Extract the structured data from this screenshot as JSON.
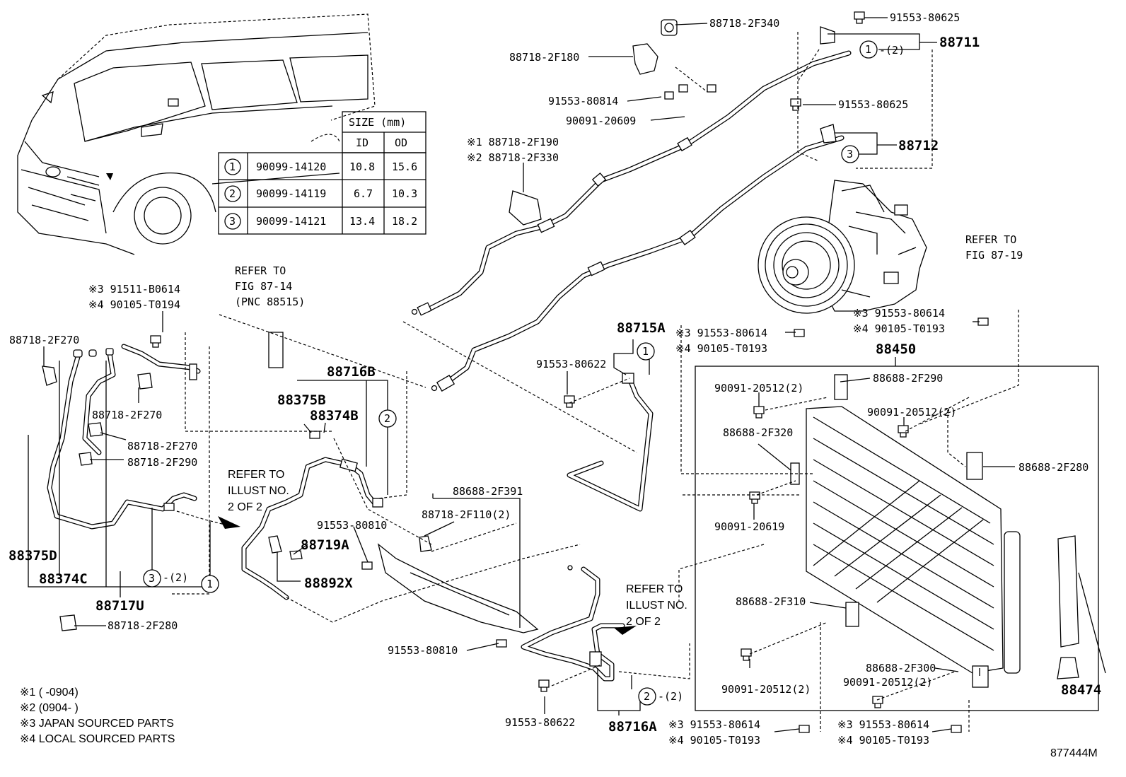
{
  "size_table": {
    "header": "SIZE (mm)",
    "col_id": "ID",
    "col_od": "OD",
    "rows": [
      {
        "mark": "1",
        "part": "90099-14120",
        "id": "10.8",
        "od": "15.6"
      },
      {
        "mark": "2",
        "part": "90099-14119",
        "id": "6.7",
        "od": "10.3"
      },
      {
        "mark": "3",
        "part": "90099-14121",
        "id": "13.4",
        "od": "18.2"
      }
    ]
  },
  "labels": {
    "l88718_2F340": "88718-2F340",
    "l91553_80625_a": "91553-80625",
    "l88711": "88711",
    "l88718_2F180": "88718-2F180",
    "mark12_88711": "-(2)",
    "l91553_80814": "91553-80814",
    "l90091_20609": "90091-20609",
    "l91553_80625_b": "91553-80625",
    "l88712": "88712",
    "l88718_2F190": "※1 88718-2F190",
    "l88718_2F330": "※2 88718-2F330",
    "refer_87_19_a": "REFER TO",
    "refer_87_19_b": "FIG 87-19",
    "refer_87_14_a": "REFER TO",
    "refer_87_14_b": "FIG 87-14",
    "refer_87_14_c": "(PNC 88515)",
    "l91511_B0614": "※3 91511-B0614",
    "l90105_T0194": "※4 90105-T0194",
    "l88718_2F270_a": "88718-2F270",
    "l88718_2F270_b": "88718-2F270",
    "l88718_2F270_c": "88718-2F270",
    "l88718_2F290": "88718-2F290",
    "l88716B": "88716B",
    "l88375B": "88375B",
    "l88374B": "88374B",
    "l88715A": "88715A",
    "l3_91553_80614_a": "※3 91553-80614",
    "l4_90105_T0193_a": "※4 90105-T0193",
    "l3_91553_80614_b": "※3 91553-80614",
    "l4_90105_T0193_b": "※4 90105-T0193",
    "l88450": "88450",
    "l91553_80622_a": "91553-80622",
    "l90091_20512_a": "90091-20512(2)",
    "l88688_2F290": "88688-2F290",
    "l90091_20512_b": "90091-20512(2)",
    "l88688_2F320": "88688-2F320",
    "l88688_2F280": "88688-2F280",
    "l90091_20619": "90091-20619",
    "refer_illust_a1": "REFER TO",
    "refer_illust_a2": "ILLUST NO.",
    "refer_illust_a3": "2 OF 2",
    "l88688_2F391": "88688-2F391",
    "l88718_2F110": "88718-2F110(2)",
    "l91553_80810_a": "91553-80810",
    "l88719A": "88719A",
    "l88892X": "88892X",
    "l88375D": "88375D",
    "l88374C": "88374C",
    "l88717U": "88717U",
    "mark3_88717U": "-(2)",
    "l88718_2F280": "88718-2F280",
    "refer_illust_b1": "REFER TO",
    "refer_illust_b2": "ILLUST NO.",
    "refer_illust_b3": "2 OF 2",
    "l88688_2F310": "88688-2F310",
    "l91553_80810_b": "91553-80810",
    "l90091_20512_c": "90091-20512(2)",
    "l88688_2F300": "88688-2F300",
    "l90091_20512_d": "90091-20512(2)",
    "l88474": "88474",
    "l91553_80622_b": "91553-80622",
    "mark2_88716A": "-(2)",
    "l88716A": "88716A",
    "l3_91553_80614_c": "※3 91553-80614",
    "l4_90105_T0193_c": "※4 90105-T0193",
    "l3_91553_80614_d": "※3 91553-80614",
    "l4_90105_T0193_d": "※4 90105-T0193",
    "circle_1": "1",
    "circle_2": "2",
    "circle_3": "3"
  },
  "legend": {
    "note1": "※1 (      -0904)",
    "note2": "※2 (0904-      )",
    "note3": "※3 JAPAN SOURCED PARTS",
    "note4": "※4 LOCAL SOURCED PARTS"
  },
  "figure_id": "877444M"
}
